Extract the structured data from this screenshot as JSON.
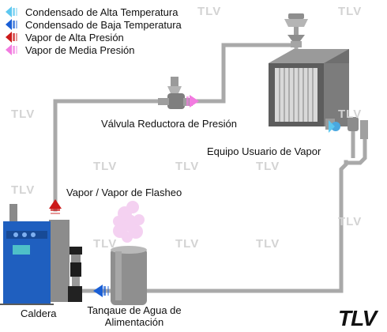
{
  "legend": [
    {
      "label": "Condensado de Alta Temperatura",
      "color": "#5ec8f0",
      "icon": "arrow-icon"
    },
    {
      "label": "Condensado de Baja Temperatura",
      "color": "#1a5fd6",
      "icon": "arrow-icon"
    },
    {
      "label": "Vapor de Alta Presión",
      "color": "#cc1a1a",
      "icon": "arrow-icon"
    },
    {
      "label": "Vapor de Media Presión",
      "color": "#f27be0",
      "icon": "arrow-icon"
    }
  ],
  "labels": {
    "reducing_valve": "Válvula Reductora de Presión",
    "steam_user": "Equipo Usuario de Vapor",
    "flash_steam": "Vapor / Vapor de Flasheo",
    "boiler": "Caldera",
    "feed_tank_line1": "Tanqaue de Agua de",
    "feed_tank_line2": "Alimentación"
  },
  "watermark": "TLV",
  "logo": "TLV",
  "colors": {
    "pipe": "#a9a9a9",
    "boiler": "#1f5fbf",
    "equipment": "#8a8a8a"
  }
}
